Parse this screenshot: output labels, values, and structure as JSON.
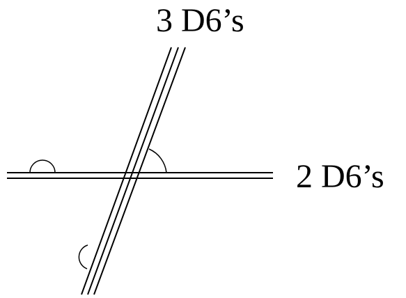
{
  "diagram": {
    "diagonal_stack_label": "3 D6’s",
    "horizontal_stack_label": "2 D6’s",
    "diagonal_stack_count": 3,
    "horizontal_stack_count": 2,
    "line_color": "#000000",
    "background_color": "#ffffff"
  }
}
